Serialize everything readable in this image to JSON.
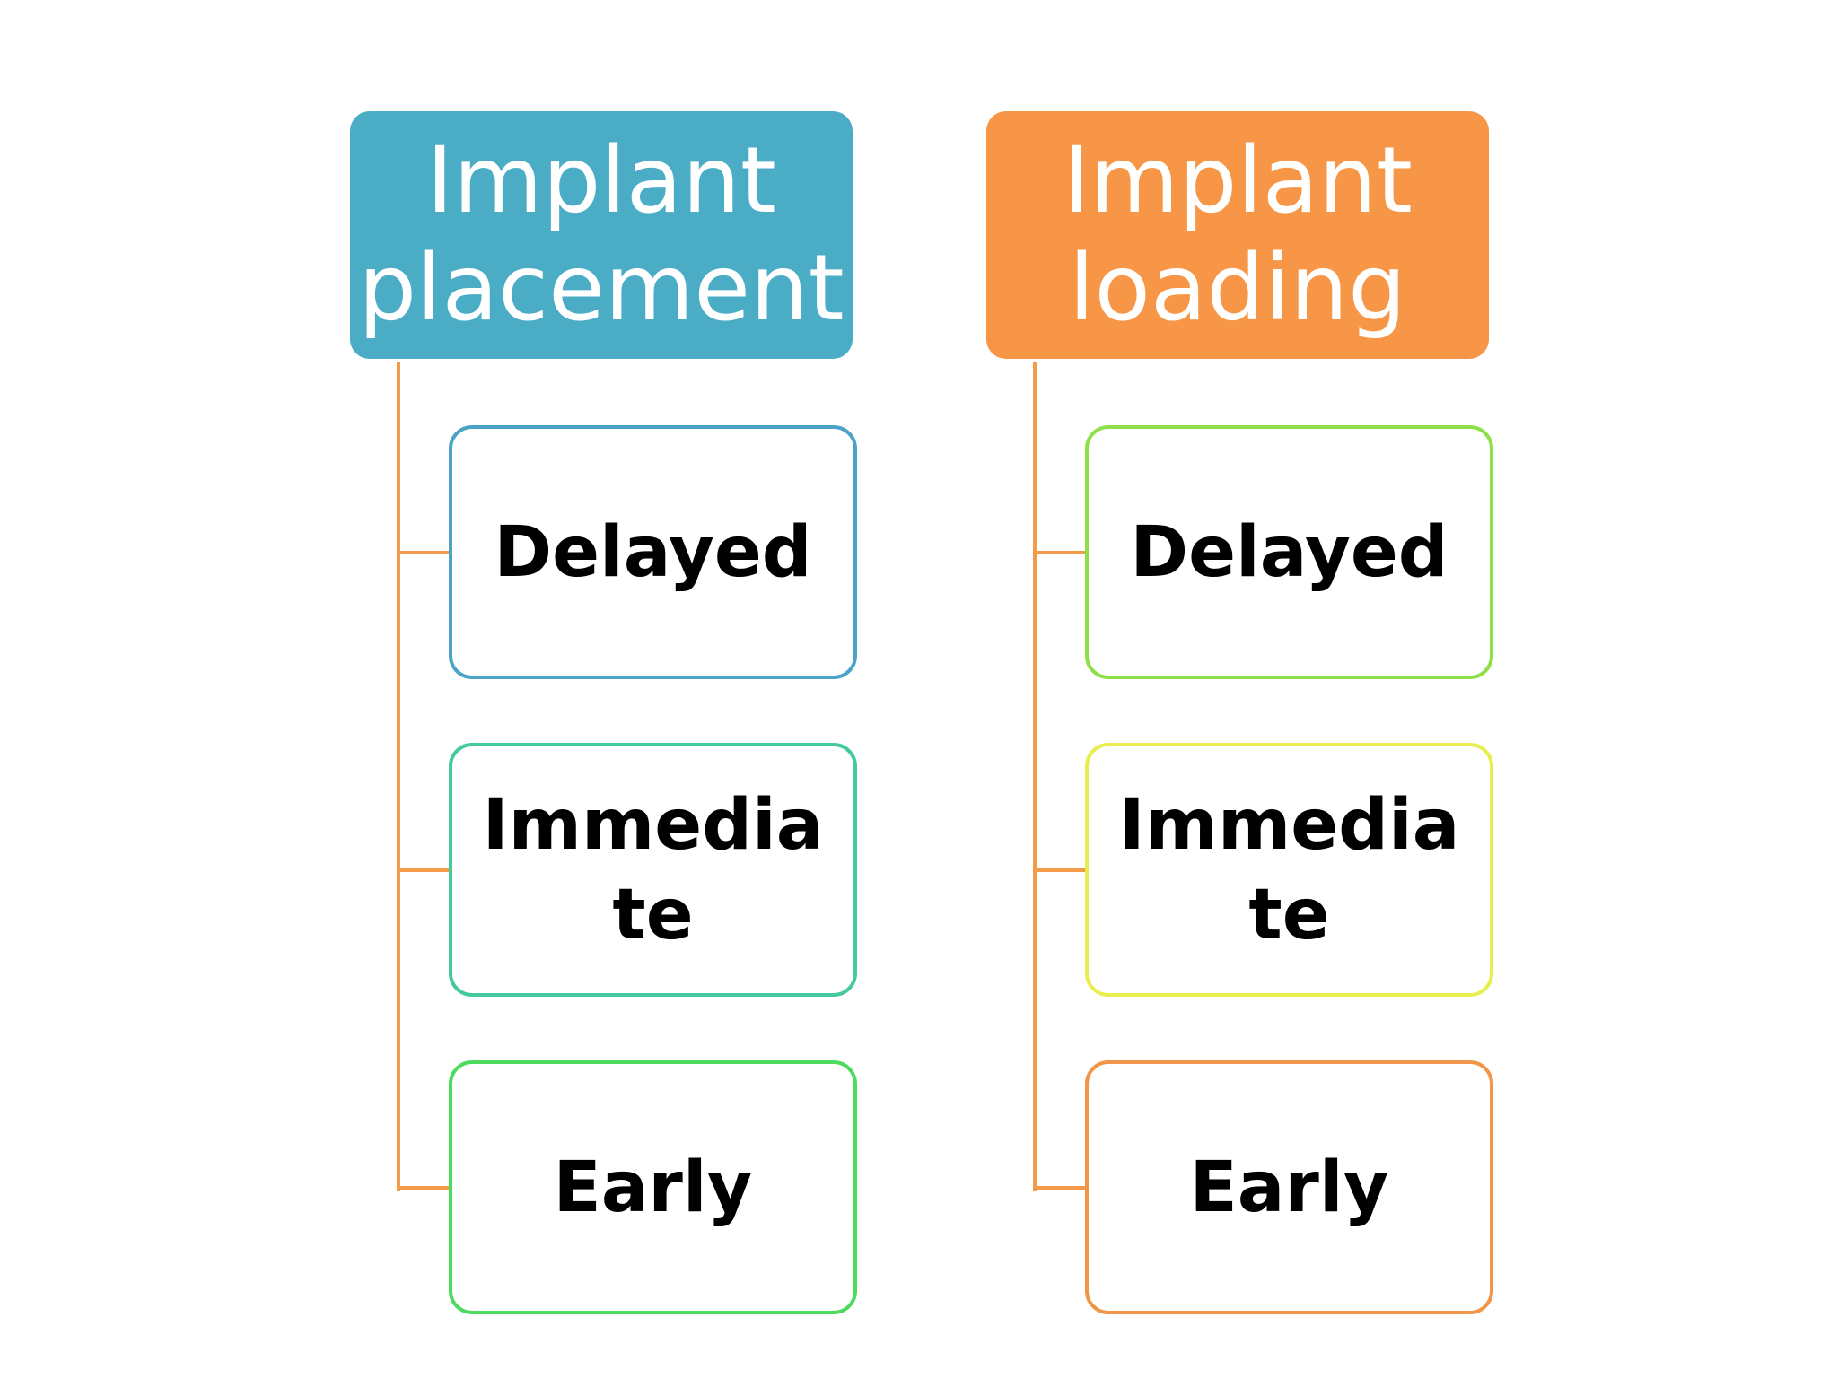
{
  "groups": [
    {
      "header": {
        "line1": "Implant",
        "line2": "placement",
        "color": "#4BACC6"
      },
      "connector_color": "#F39A4B",
      "items": [
        {
          "label": "Delayed",
          "border_color": "#4BA3C8"
        },
        {
          "label": "Immediate",
          "border_color": "#45C9A0"
        },
        {
          "label": "Early",
          "border_color": "#4DDB5E"
        }
      ]
    },
    {
      "header": {
        "line1": "Implant",
        "line2": "loading",
        "color": "#F79646"
      },
      "connector_color": "#F39A4B",
      "items": [
        {
          "label": "Delayed",
          "border_color": "#8EE04A"
        },
        {
          "label": "Immediate",
          "border_color": "#E8EE4E"
        },
        {
          "label": "Early",
          "border_color": "#F0954A"
        }
      ]
    }
  ]
}
